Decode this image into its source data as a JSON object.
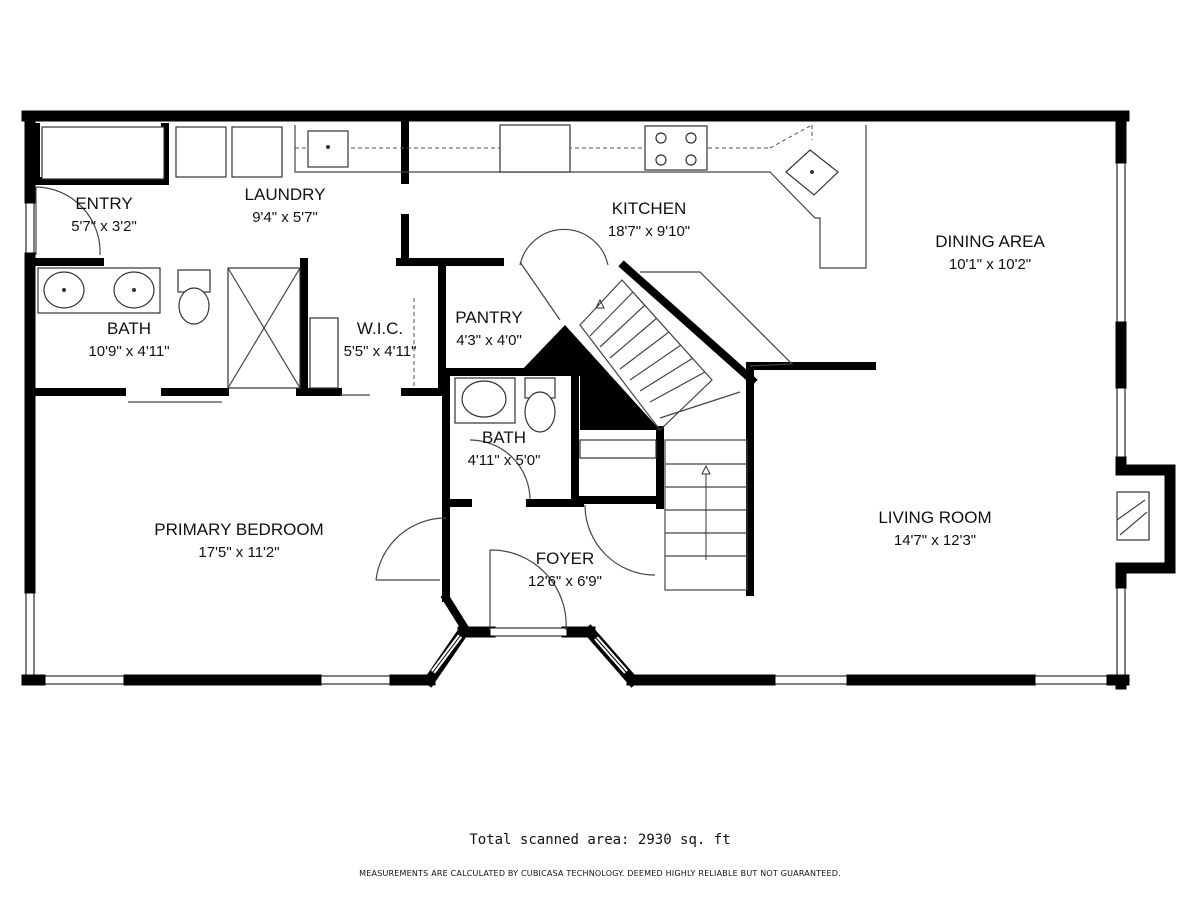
{
  "rooms": [
    {
      "id": "entry",
      "name": "ENTRY",
      "dims": "5'7\" x 3'2\""
    },
    {
      "id": "laundry",
      "name": "LAUNDRY",
      "dims": "9'4\" x 5'7\""
    },
    {
      "id": "kitchen",
      "name": "KITCHEN",
      "dims": "18'7\" x 9'10\""
    },
    {
      "id": "dining",
      "name": "DINING AREA",
      "dims": "10'1\" x 10'2\""
    },
    {
      "id": "bath1",
      "name": "BATH",
      "dims": "10'9\" x 4'11\""
    },
    {
      "id": "wic",
      "name": "W.I.C.",
      "dims": "5'5\" x 4'11\""
    },
    {
      "id": "pantry",
      "name": "PANTRY",
      "dims": "4'3\" x 4'0\""
    },
    {
      "id": "bath2",
      "name": "BATH",
      "dims": "4'11\" x 5'0\""
    },
    {
      "id": "primary",
      "name": "PRIMARY BEDROOM",
      "dims": "17'5\" x 11'2\""
    },
    {
      "id": "foyer",
      "name": "FOYER",
      "dims": "12'6\" x 6'9\""
    },
    {
      "id": "living",
      "name": "LIVING ROOM",
      "dims": "14'7\" x 12'3\""
    }
  ],
  "footer": {
    "total_area": "Total scanned area: 2930 sq. ft",
    "disclaimer": "MEASUREMENTS ARE CALCULATED BY CUBICASA TECHNOLOGY. DEEMED HIGHLY RELIABLE BUT NOT GUARANTEED."
  }
}
